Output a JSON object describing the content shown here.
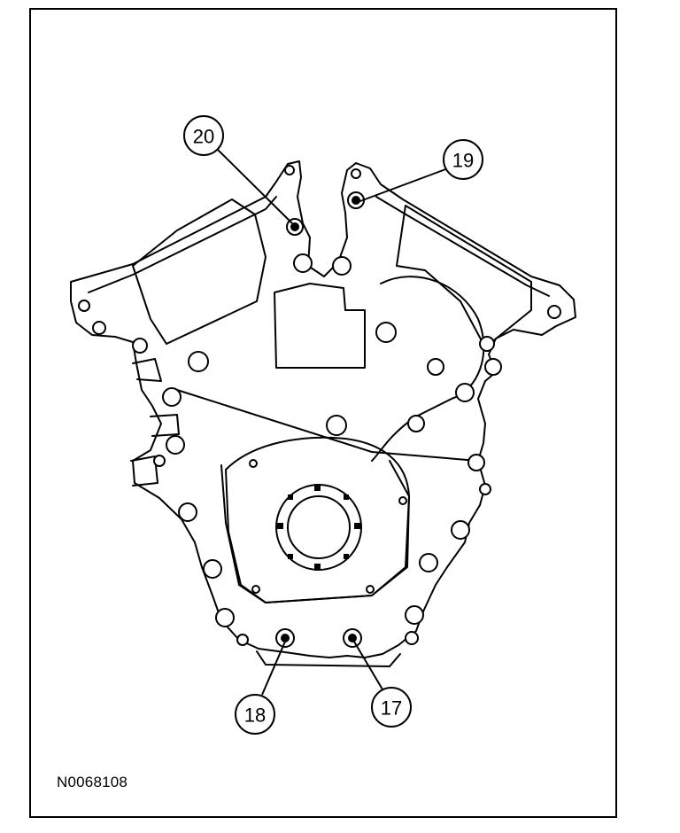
{
  "figure": {
    "reference_code": "N0068108",
    "callouts": [
      {
        "id": "20",
        "label": "20"
      },
      {
        "id": "19",
        "label": "19"
      },
      {
        "id": "18",
        "label": "18"
      },
      {
        "id": "17",
        "label": "17"
      }
    ]
  },
  "colors": {
    "line": "#000000",
    "fill": "#ffffff"
  }
}
